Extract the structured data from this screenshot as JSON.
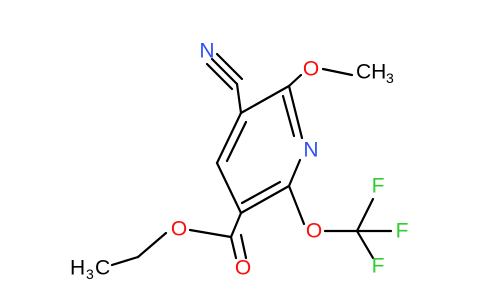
{
  "colors": {
    "carbon": "#000000",
    "nitrogen": "#3050F8",
    "oxygen": "#FF0D0D",
    "fluorine": "#33CC33"
  },
  "labels": {
    "nitrile_n": "N",
    "ring_n": "N",
    "methoxy_o": "O",
    "methyl": "CH",
    "methyl_sub": "3",
    "ocf3_o": "O",
    "f_top": "F",
    "f_right": "F",
    "f_bottom": "F",
    "ester_o": "O",
    "carbonyl_o": "O",
    "ethyl_h": "H",
    "ethyl_sub": "3",
    "ethyl_c": "C"
  }
}
